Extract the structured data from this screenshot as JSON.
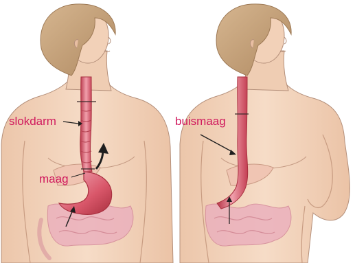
{
  "figures": [
    {
      "id": "normal",
      "labels": {
        "esophagus": "slokdarm",
        "stomach": "maag"
      }
    },
    {
      "id": "after-surgery",
      "labels": {
        "tube_stomach": "buismaag"
      }
    }
  ],
  "colors": {
    "label": "#d0195d",
    "skin": "#f3d6bf",
    "skin_shade": "#e2b598",
    "hair": "#caa882",
    "hair_shade": "#b48f67",
    "outline": "#9a7a66",
    "organ": "#d9576a",
    "organ_light": "#f1a0ac",
    "organ_dark": "#a8303f",
    "intestine": "#e8a7b4",
    "arrow": "#2b2b2b",
    "background": "#ffffff"
  }
}
